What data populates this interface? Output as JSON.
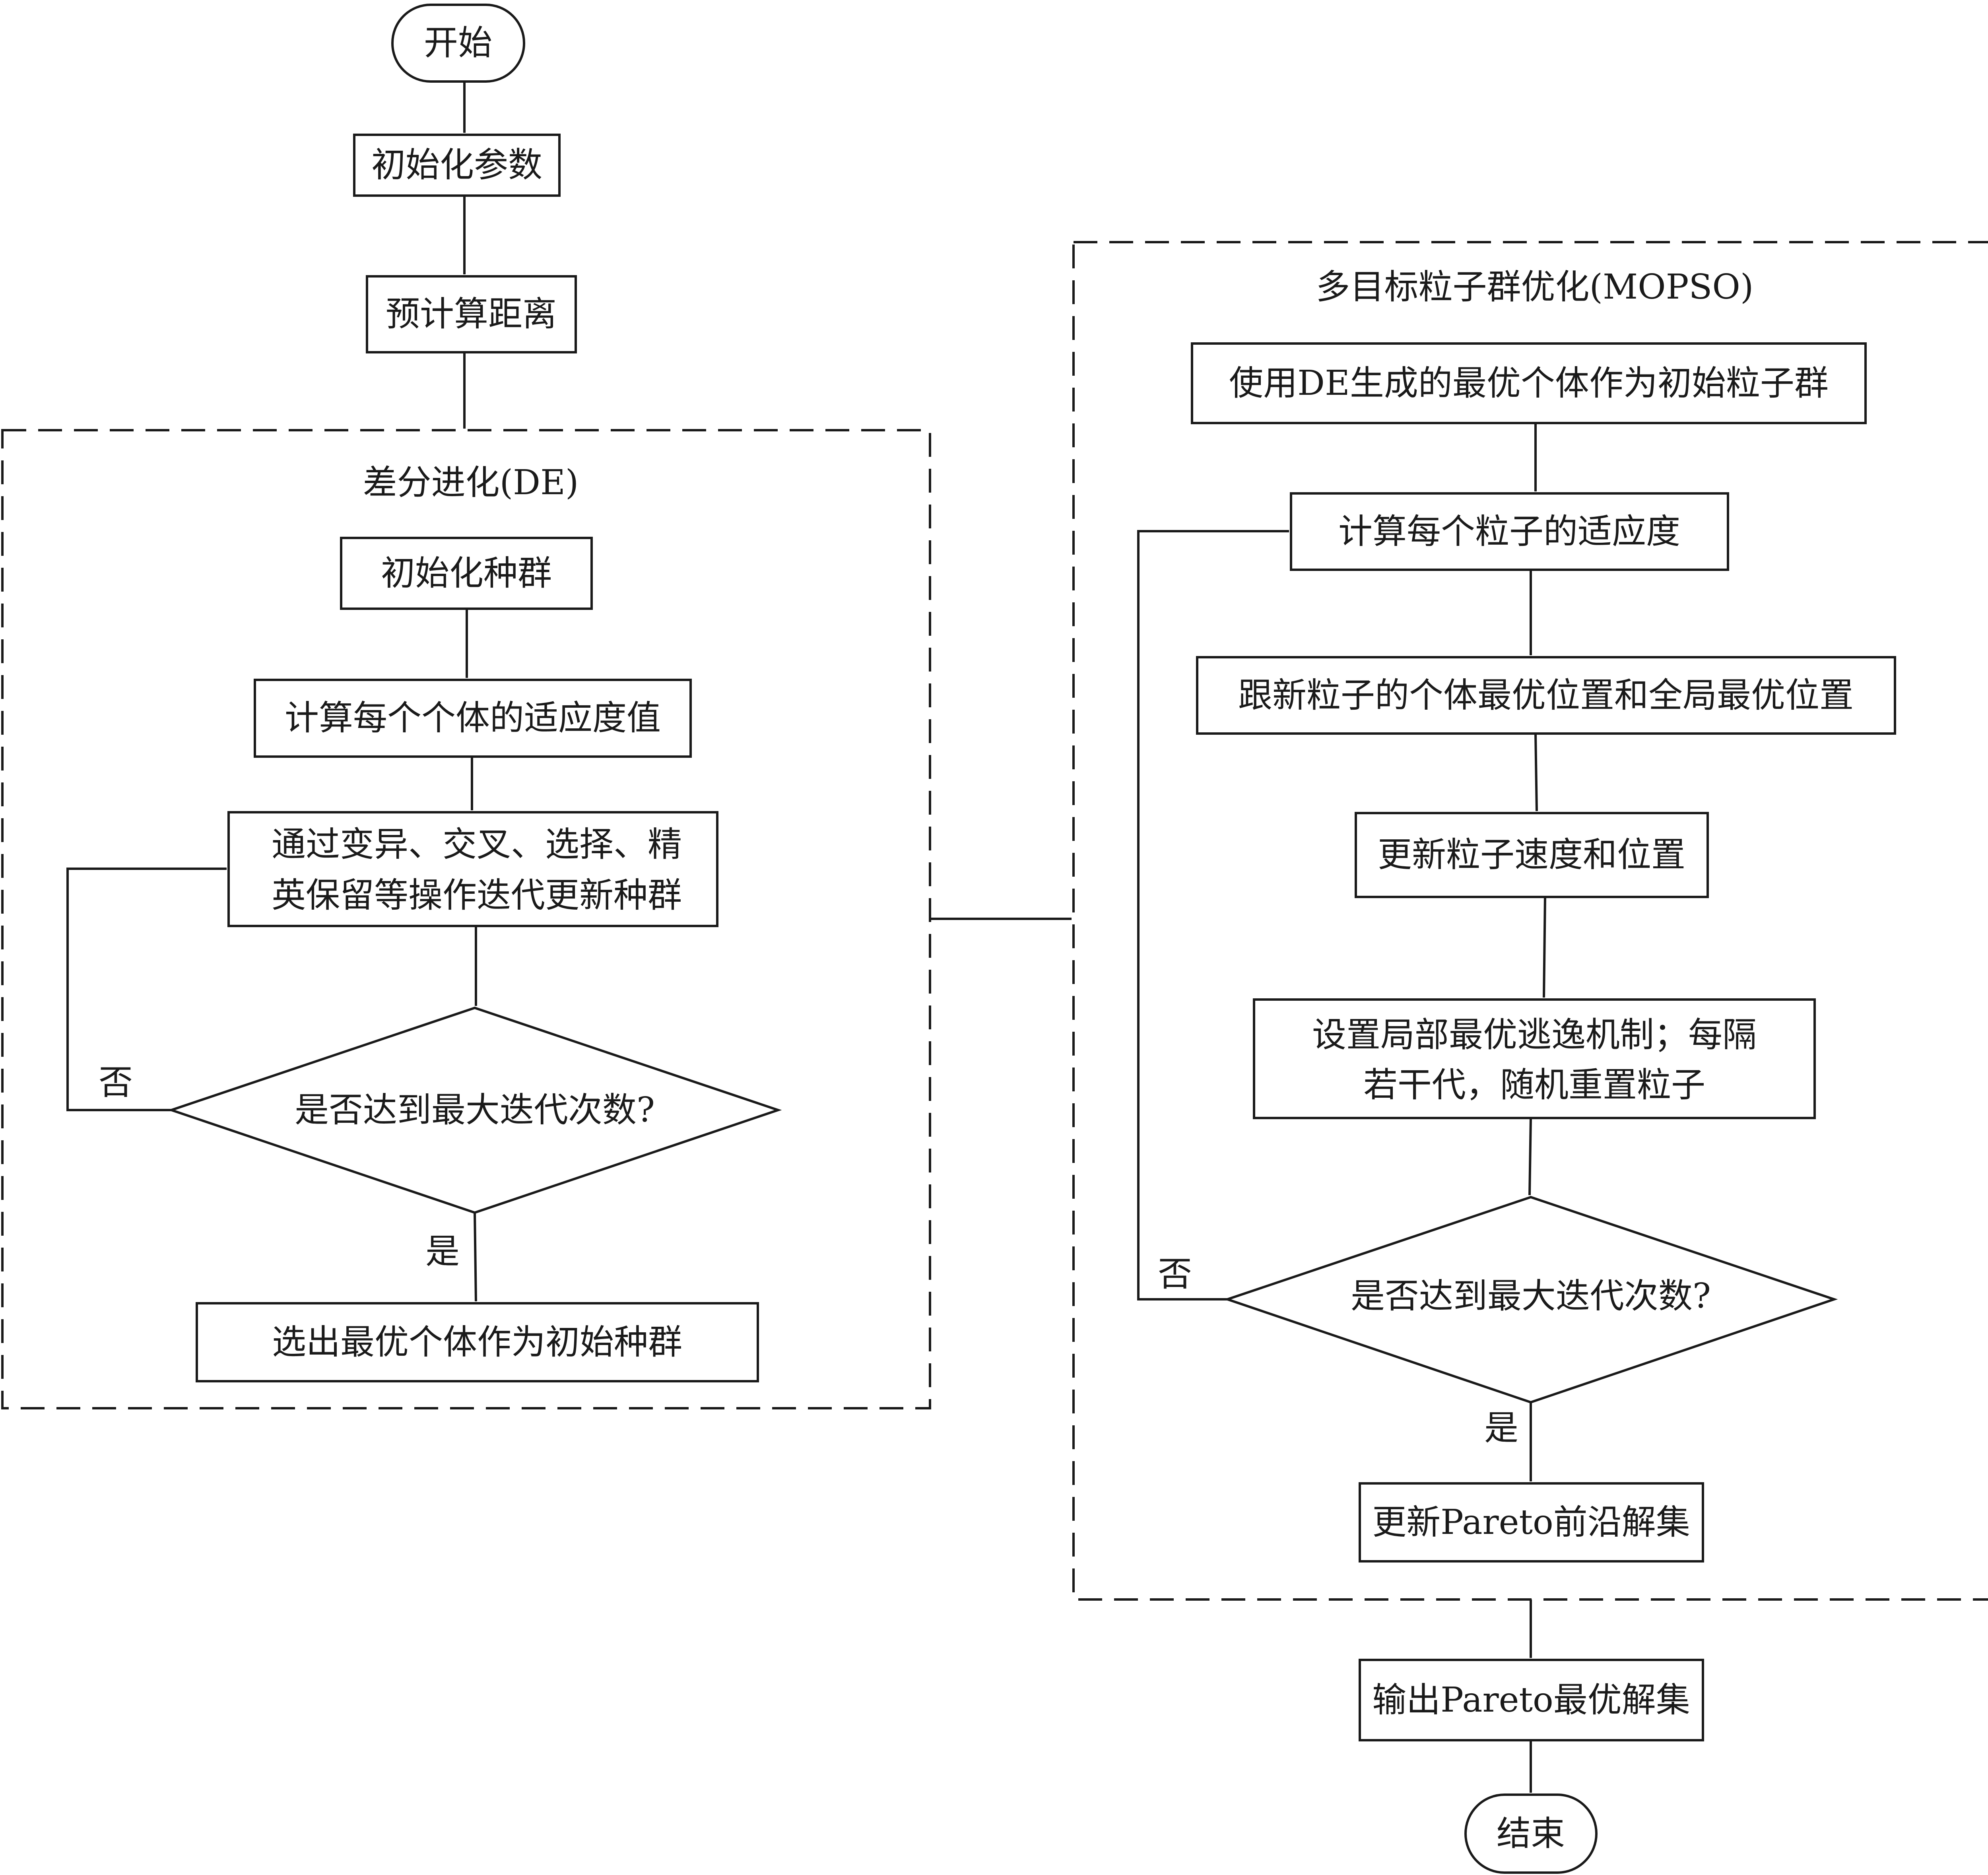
{
  "flow": {
    "start": "开始",
    "init_params": "初始化参数",
    "precompute_distance": "预计算距离",
    "output": "输出Pareto最优解集",
    "end": "结束"
  },
  "de": {
    "title": "差分进化(DE)",
    "init_population": "初始化种群",
    "compute_fitness": "计算每个个体的适应度值",
    "iterate_line1": "通过变异、交叉、选择、精",
    "iterate_line2": "英保留等操作迭代更新种群",
    "decision": "是否达到最大迭代次数?",
    "no_label": "否",
    "yes_label": "是",
    "select_best": "选出最优个体作为初始种群"
  },
  "mopso": {
    "title": "多目标粒子群优化(MOPSO)",
    "use_de": "使用DE生成的最优个体作为初始粒子群",
    "compute_fitness": "计算每个粒子的适应度",
    "update_best": "跟新粒子的个体最优位置和全局最优位置",
    "update_velocity": "更新粒子速度和位置",
    "escape_line1": "设置局部最优逃逸机制；每隔",
    "escape_line2": "若干代，随机重置粒子",
    "decision": "是否达到最大迭代次数?",
    "no_label": "否",
    "yes_label": "是",
    "update_pareto": "更新Pareto前沿解集"
  }
}
